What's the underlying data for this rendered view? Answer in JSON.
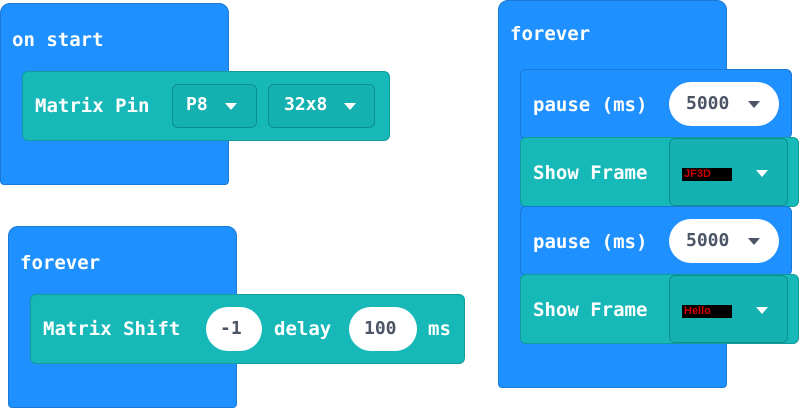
{
  "on_start": {
    "label": "on start",
    "matrix_pin": {
      "label": "Matrix Pin",
      "pin": "P8",
      "size": "32x8"
    }
  },
  "forever_left": {
    "label": "forever",
    "matrix_shift": {
      "label": "Matrix Shift",
      "amount": "-1",
      "delay_label": "delay",
      "delay": "100",
      "unit": "ms"
    }
  },
  "forever_right": {
    "label": "forever",
    "pause_label": "pause (ms)",
    "show_frame_label": "Show Frame",
    "pause1": "5000",
    "frame1": "JF3D",
    "pause2": "5000",
    "frame2": "Hello"
  },
  "colors": {
    "event_block": "#1e90ff",
    "matrix_block": "#17b8b8",
    "frame_text": "#d00000"
  },
  "icons": [
    "dropdown-arrow"
  ]
}
